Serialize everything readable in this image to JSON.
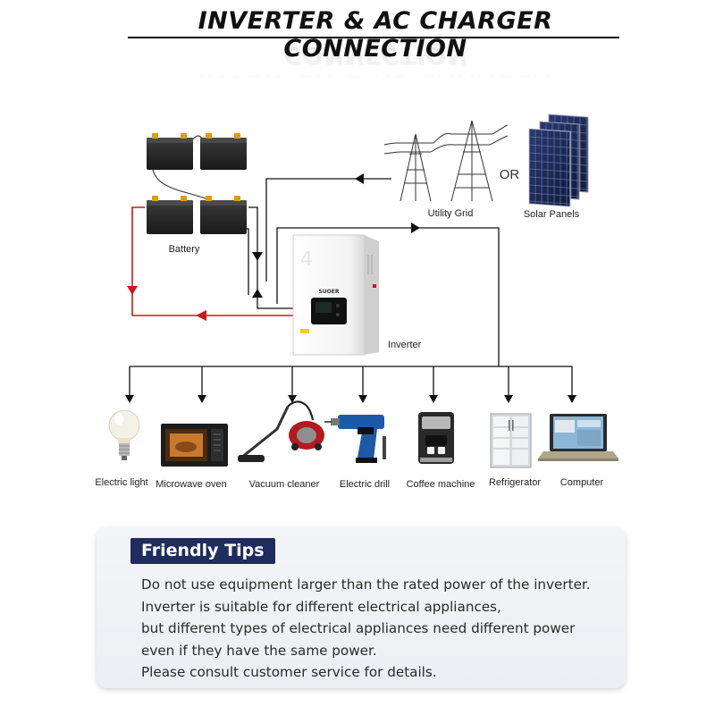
{
  "header": {
    "title": "INVERTER & AC CHARGER CONNECTION"
  },
  "diagram": {
    "sources": {
      "utility_grid": "Utility Grid",
      "or": "OR",
      "solar_panels": "Solar Panels"
    },
    "battery": "Battery",
    "inverter": {
      "label": "Inverter",
      "brand": "SUOER"
    },
    "appliances": [
      {
        "label": "Electric light",
        "icon": "light-bulb-icon"
      },
      {
        "label": "Microwave oven",
        "icon": "microwave-icon"
      },
      {
        "label": "Vacuum cleaner",
        "icon": "vacuum-cleaner-icon"
      },
      {
        "label": "Electric drill",
        "icon": "electric-drill-icon"
      },
      {
        "label": "Coffee machine",
        "icon": "coffee-machine-icon"
      },
      {
        "label": "Refrigerator",
        "icon": "refrigerator-icon"
      },
      {
        "label": "Computer",
        "icon": "laptop-icon"
      }
    ],
    "colors": {
      "line": "#111111",
      "battery_charge_line": "#d0151b",
      "tips_badge": "#1e2c5e"
    }
  },
  "tips": {
    "title": "Friendly Tips",
    "lines": [
      "Do not use equipment larger than the rated power of the inverter.",
      "Inverter is suitable for different electrical appliances,",
      "but different types of electrical appliances need different power",
      "even if they have the same power.",
      "Please consult customer service for details."
    ]
  }
}
